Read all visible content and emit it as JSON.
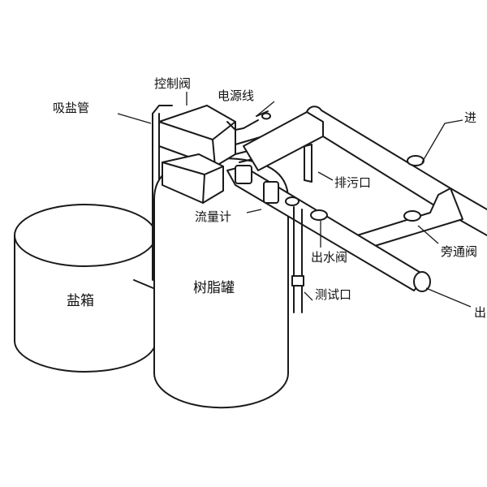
{
  "labels": {
    "salt_pipe": "吸盐管",
    "control_valve": "控制阀",
    "power_cord": "电源线",
    "inlet": "进",
    "drain_port": "排污口",
    "flow_meter": "流量计",
    "outlet_valve": "出水阀",
    "bypass_valve": "旁通阀",
    "test_port": "测试口",
    "outlet": "出",
    "brine_tank": "盐箱",
    "resin_tank": "树脂罐"
  }
}
